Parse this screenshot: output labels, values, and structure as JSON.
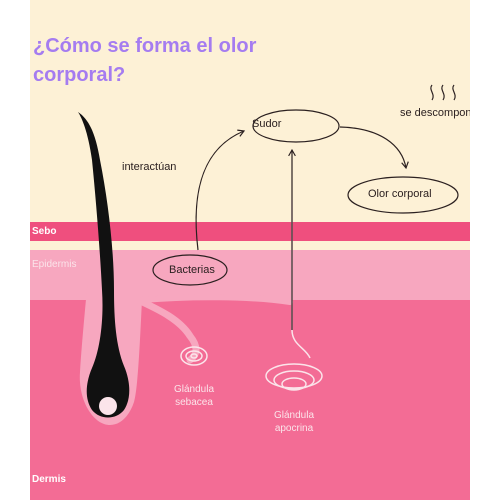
{
  "title": "¿Cómo se forma el olor corporal?",
  "nodes": {
    "sudor": "Sudor",
    "olor": "Olor corporal",
    "bacterias": "Bacterias"
  },
  "edges": {
    "interact": "interactúan",
    "decompose": "se descompone"
  },
  "layers": {
    "sebo": "Sebo",
    "epidermis": "Epidermis",
    "dermis": "Dermis"
  },
  "glands": {
    "sebacea_line1": "Glándula",
    "sebacea_line2": "sebacea",
    "apocrina_line1": "Glándula",
    "apocrina_line2": "apocrina"
  },
  "colors": {
    "title": "#a57cf0",
    "background": "#fdf1d6",
    "sebo": "#ef4f7e",
    "epidermis": "#f7a7bf",
    "dermis": "#f36c95",
    "hair": "#111111"
  }
}
